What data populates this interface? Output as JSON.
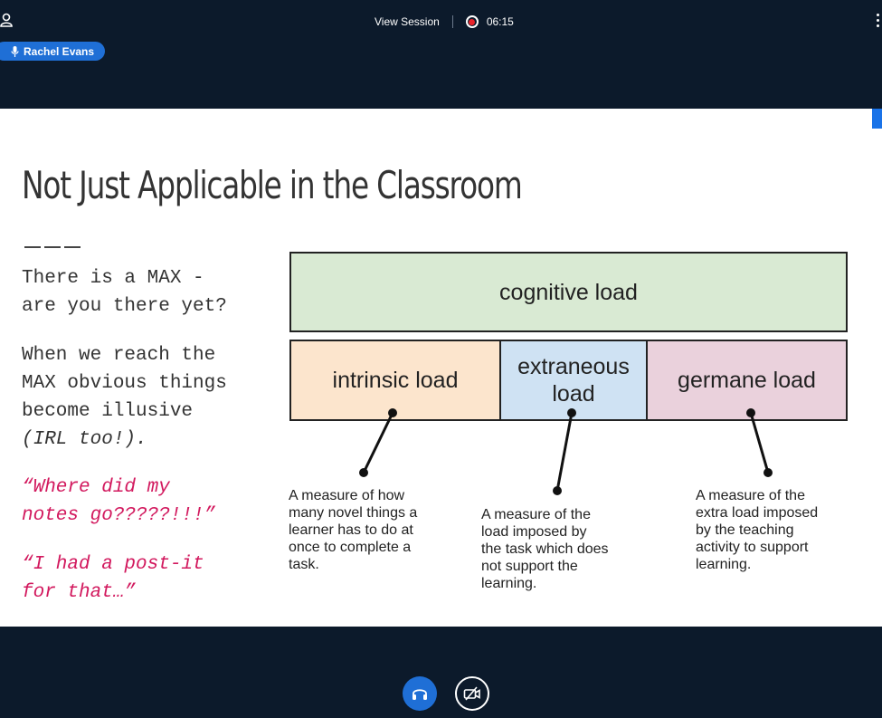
{
  "session": {
    "view_label": "View Session",
    "timer": "06:15",
    "presenter_name": "Rachel Evans"
  },
  "slide": {
    "title": "Not Just Applicable in the Classroom",
    "body_lines": [
      "There is a MAX -",
      "are you there yet?",
      "When we reach the",
      "MAX obvious things",
      "become illusive",
      "(IRL too!)."
    ],
    "quotes": [
      "“Where did my\nnotes go?????!!!”",
      "“I had a post-it\nfor that…”"
    ],
    "diagram": {
      "top_box": "cognitive load",
      "boxes": [
        {
          "label": "intrinsic load",
          "color": "#fce5cd"
        },
        {
          "label": "extraneous\nload",
          "color": "#cfe2f3"
        },
        {
          "label": "germane load",
          "color": "#ead1dc"
        }
      ],
      "top_color": "#d9ead3",
      "descriptions": [
        "A measure of how\nmany novel things a\nlearner has to do at\nonce to complete a\ntask.",
        "A measure of the\nload imposed by\nthe task which does\nnot support the\nlearning.",
        "A measure of the\nextra load imposed\nby the teaching\nactivity to support\nlearning."
      ]
    }
  },
  "icons": {
    "user": "user-icon",
    "mic": "microphone-icon",
    "record": "record-icon",
    "more": "more-vertical-icon",
    "audio": "headphones-icon",
    "video": "camera-off-icon"
  },
  "colors": {
    "background": "#0c1a2b",
    "accent": "#1f6fd6",
    "record": "#e8232a",
    "quote": "#d2195e"
  }
}
